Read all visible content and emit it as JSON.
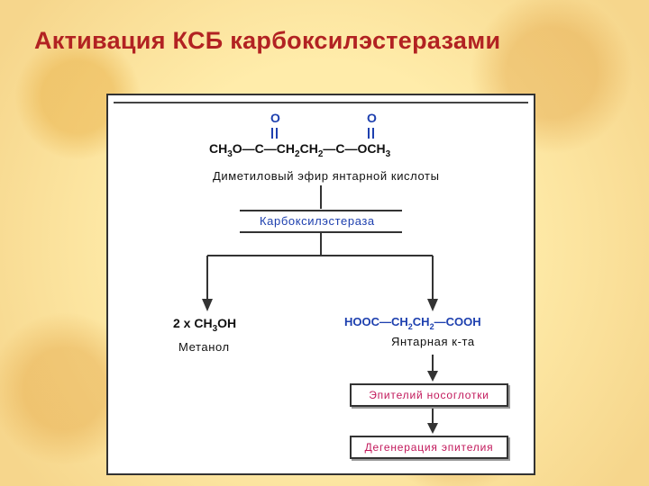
{
  "title": "Активация КСБ карбоксилэстеразами",
  "substrate": {
    "formula_parts": [
      "CH",
      "3",
      "O—C—CH",
      "2",
      "CH",
      "2",
      "—C—OCH",
      "3"
    ],
    "oxygen_top": "O",
    "label": "Диметиловый эфир янтарной кислоты"
  },
  "enzyme_label": "Карбоксилэстераза",
  "left_product": {
    "formula_prefix": "2 x CH",
    "formula_sub": "3",
    "formula_suffix": "OH",
    "label": "Метанол"
  },
  "right_product": {
    "formula_a": "HOOC—CH",
    "sub1": "2",
    "formula_b": "CH",
    "sub2": "2",
    "formula_c": "—COOH",
    "label": "Янтарная к-та"
  },
  "target_box": "Эпителий носоглотки",
  "effect_box": "Дегенерация эпителия",
  "colors": {
    "title": "#b22222",
    "oxygen": "#1e40af",
    "enzyme": "#1e40af",
    "boxes": "#c2185b"
  }
}
